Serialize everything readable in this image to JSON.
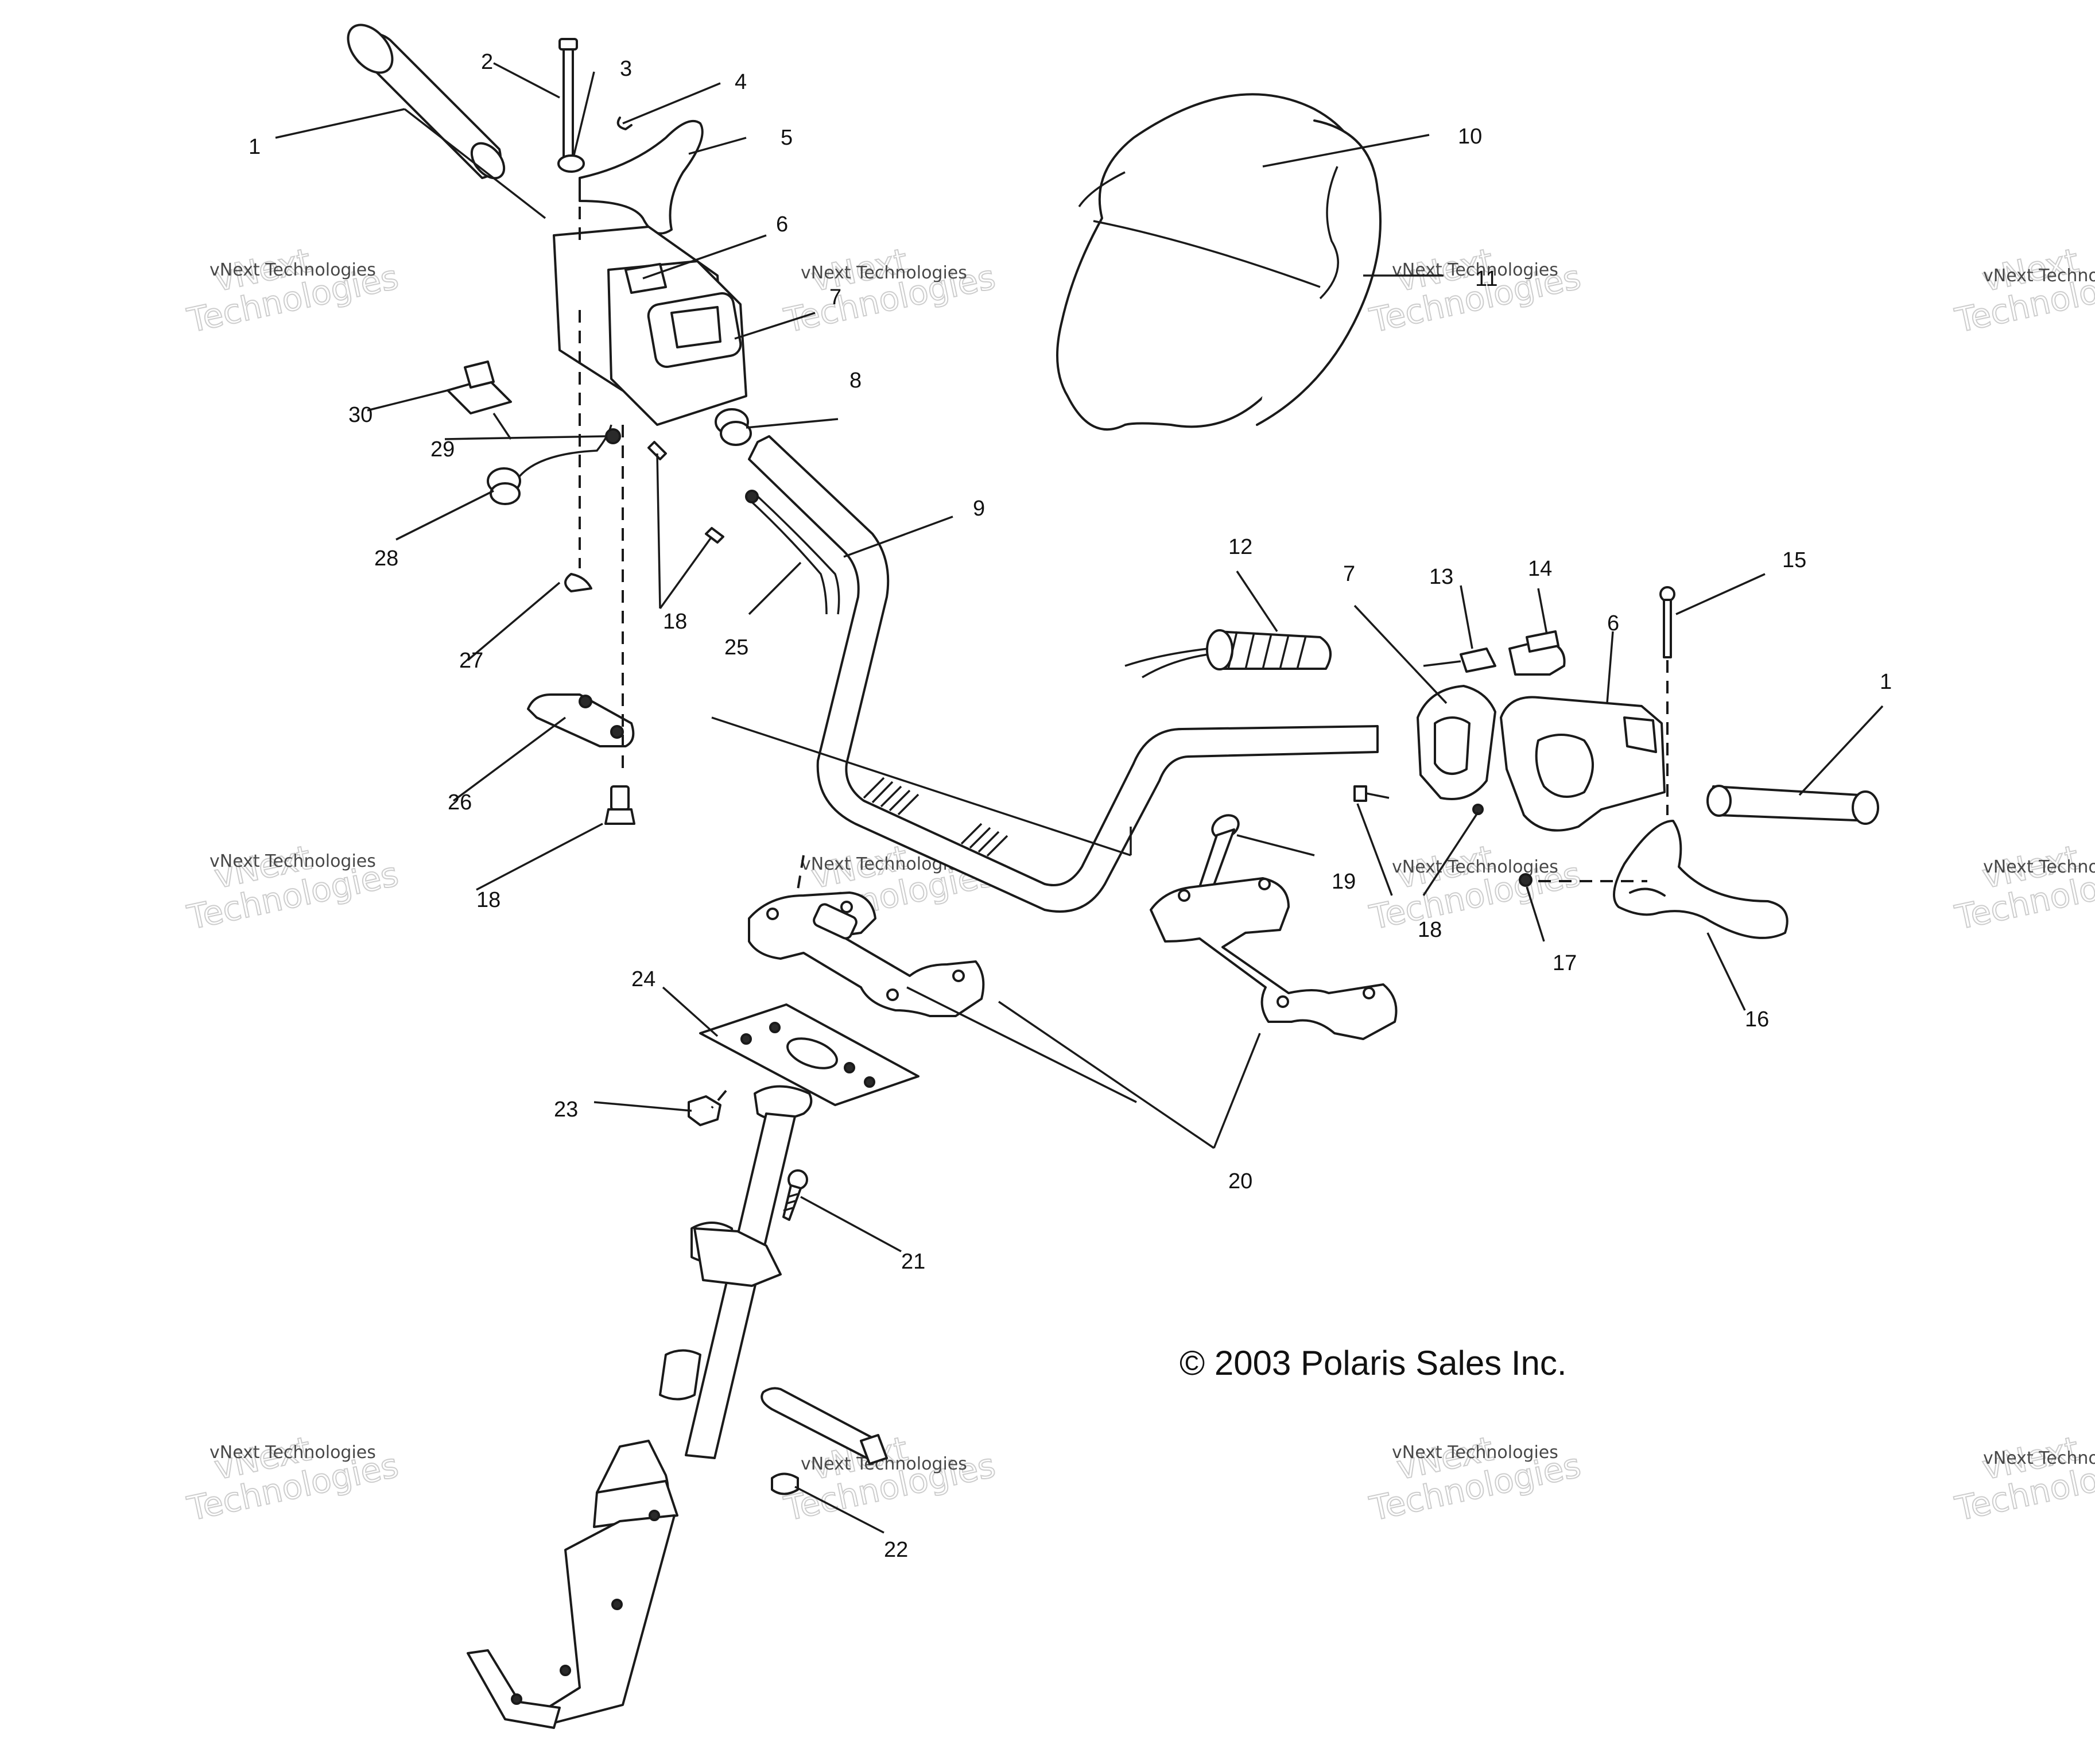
{
  "copyright": "© 2003 Polaris Sales Inc.",
  "watermark": {
    "line1": "vNext Technologies",
    "line2": "vNext",
    "line3": "Technologies"
  },
  "callouts": [
    {
      "id": "c1a",
      "label": "1"
    },
    {
      "id": "c2",
      "label": "2"
    },
    {
      "id": "c3",
      "label": "3"
    },
    {
      "id": "c4",
      "label": "4"
    },
    {
      "id": "c5",
      "label": "5"
    },
    {
      "id": "c6a",
      "label": "6"
    },
    {
      "id": "c7a",
      "label": "7"
    },
    {
      "id": "c8",
      "label": "8"
    },
    {
      "id": "c9",
      "label": "9"
    },
    {
      "id": "c10",
      "label": "10"
    },
    {
      "id": "c11",
      "label": "11"
    },
    {
      "id": "c12",
      "label": "12"
    },
    {
      "id": "c13",
      "label": "13"
    },
    {
      "id": "c14",
      "label": "14"
    },
    {
      "id": "c15",
      "label": "15"
    },
    {
      "id": "c6b",
      "label": "6"
    },
    {
      "id": "c7b",
      "label": "7"
    },
    {
      "id": "c1b",
      "label": "1"
    },
    {
      "id": "c16",
      "label": "16"
    },
    {
      "id": "c17",
      "label": "17"
    },
    {
      "id": "c18a",
      "label": "18"
    },
    {
      "id": "c18b",
      "label": "18"
    },
    {
      "id": "c18c",
      "label": "18"
    },
    {
      "id": "c19",
      "label": "19"
    },
    {
      "id": "c20",
      "label": "20"
    },
    {
      "id": "c21",
      "label": "21"
    },
    {
      "id": "c22",
      "label": "22"
    },
    {
      "id": "c23",
      "label": "23"
    },
    {
      "id": "c24",
      "label": "24"
    },
    {
      "id": "c25",
      "label": "25"
    },
    {
      "id": "c26",
      "label": "26"
    },
    {
      "id": "c27",
      "label": "27"
    },
    {
      "id": "c28",
      "label": "28"
    },
    {
      "id": "c29",
      "label": "29"
    },
    {
      "id": "c30",
      "label": "30"
    }
  ]
}
